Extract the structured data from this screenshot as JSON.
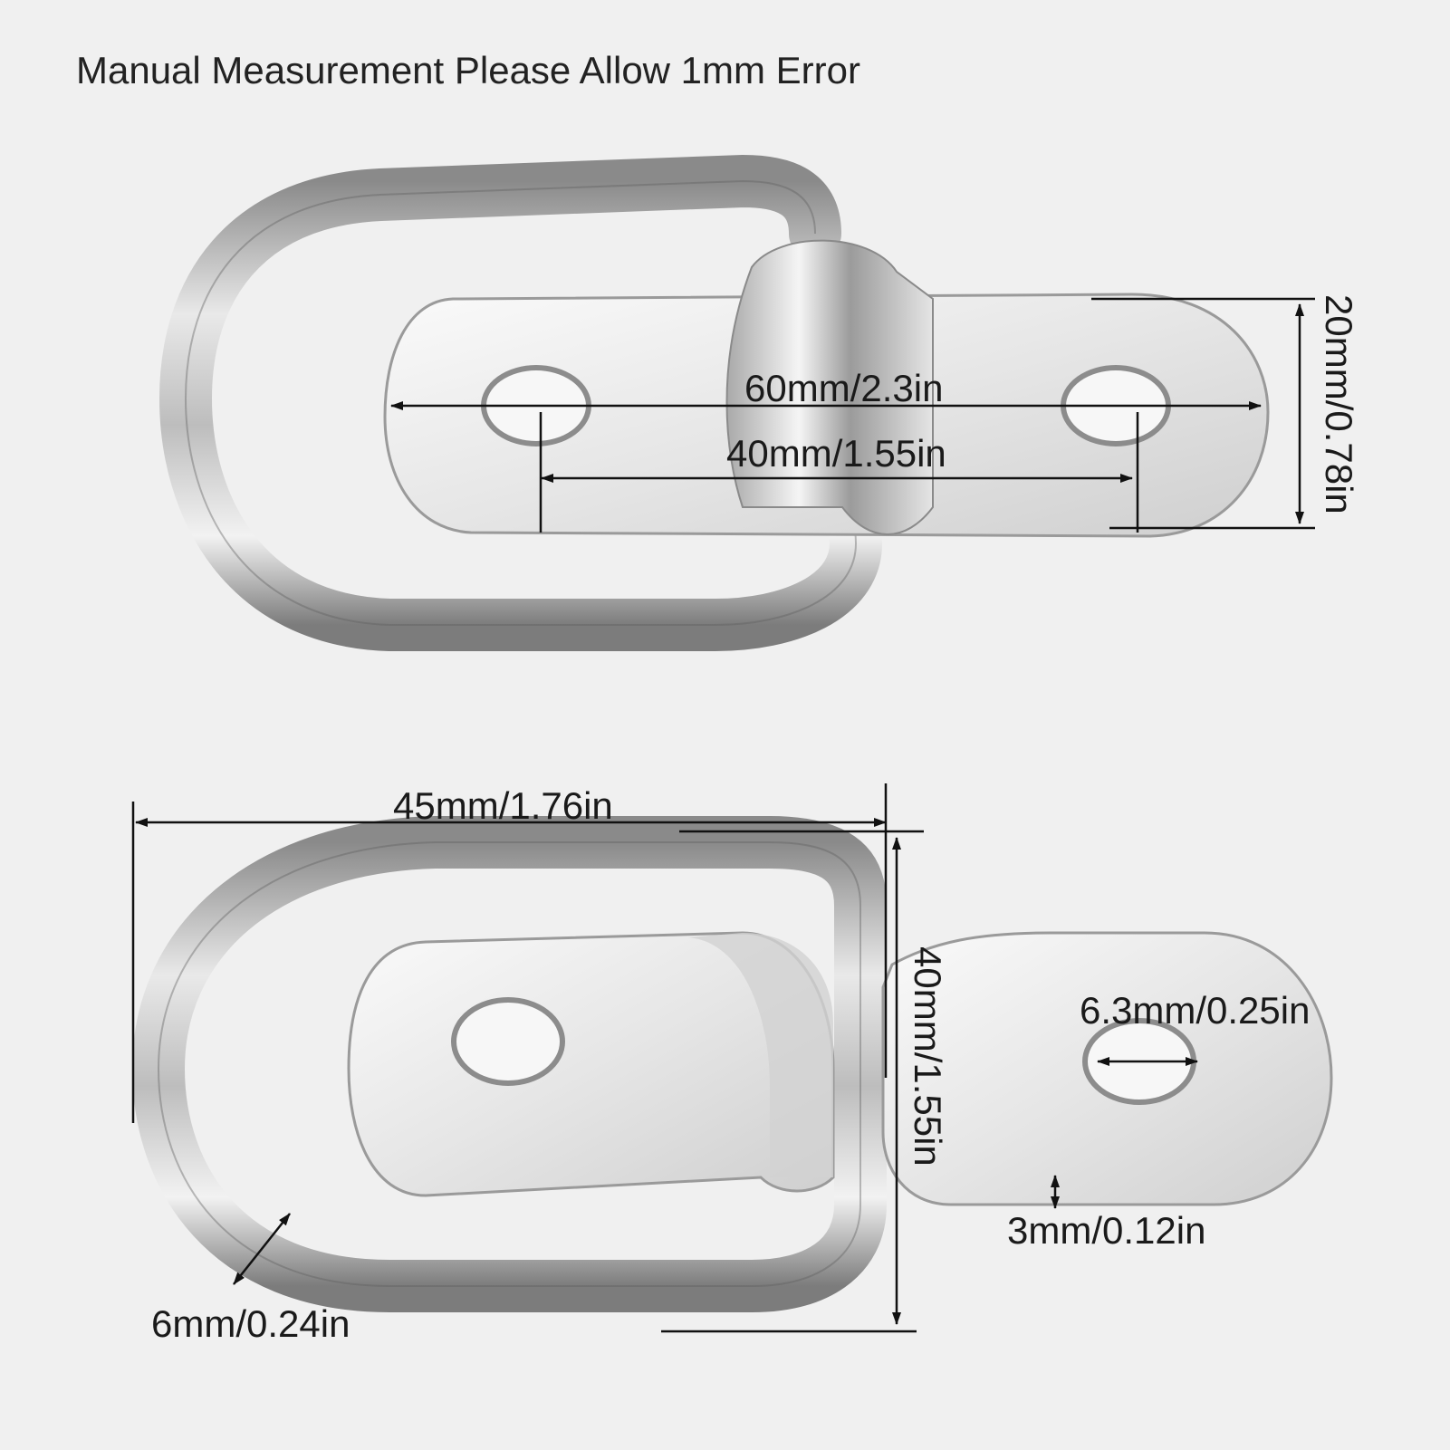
{
  "title": "Manual Measurement Please Allow 1mm Error",
  "colors": {
    "background": "#f0f0f0",
    "metal_light": "#f4f4f4",
    "metal_mid": "#c9c9c9",
    "metal_dark": "#6e6e6e",
    "dimension_line": "#111111"
  },
  "top_product": {
    "name": "d-ring-tie-down-top-view",
    "dimensions": {
      "overall_length": "60mm/2.3in",
      "hole_spacing": "40mm/1.55in",
      "plate_width": "20mm/0.78in"
    }
  },
  "bottom_product": {
    "name": "d-ring-tie-down-angled-view",
    "dimensions": {
      "ring_width": "45mm/1.76in",
      "ring_height": "40mm/1.55in",
      "hole_diameter": "6.3mm/0.25in",
      "plate_thickness": "3mm/0.12in",
      "ring_wire_diameter": "6mm/0.24in"
    }
  }
}
